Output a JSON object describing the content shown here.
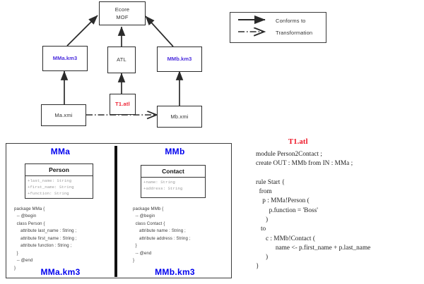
{
  "diagram": {
    "nodes": [
      {
        "id": "ecore",
        "label": "Ecore\nMOF",
        "line1": "Ecore",
        "line2": "MOF",
        "style": "plain"
      },
      {
        "id": "mma_km3",
        "label": "MMa.km3",
        "style": "blue"
      },
      {
        "id": "atl",
        "label": "ATL",
        "style": "plain"
      },
      {
        "id": "mmb_km3",
        "label": "MMb.km3",
        "style": "blue"
      },
      {
        "id": "t1_atl",
        "label": "T1.atl",
        "style": "red"
      },
      {
        "id": "ma_xmi",
        "label": "Ma.xmi",
        "style": "plain"
      },
      {
        "id": "mb_xmi",
        "label": "Mb.xmi",
        "style": "plain"
      }
    ]
  },
  "legend": {
    "items": [
      {
        "kind": "solid-arrow",
        "label": "Conforms to"
      },
      {
        "kind": "dashdot-arrow",
        "label": "Transformation"
      }
    ]
  },
  "metamodels": {
    "left": {
      "title": "MMa",
      "footer": "MMa.km3",
      "uml": {
        "class_name": "Person",
        "attributes": [
          "+last_name: String",
          "+first_name: String",
          "+function: String"
        ]
      },
      "code": "package MMa {\n  -- @begin\n  class Person {\n     attribute last_name : String ;\n     attribute first_name : String ;\n     attribute function : String ;\n  }\n  -- @end\n}"
    },
    "right": {
      "title": "MMb",
      "footer": "MMb.km3",
      "uml": {
        "class_name": "Contact",
        "attributes": [
          "+name: String",
          "+address: String"
        ]
      },
      "code": "package MMb {\n  -- @begin\n  class Contact {\n     attribute name : String ;\n     attribute address : String ;\n  }\n  -- @end\n}"
    }
  },
  "transformation": {
    "title": "T1.atl",
    "code": "module Person2Contact ;\ncreate OUT : MMb from IN : MMa ;\n\nrule Start {\n  from\n    p : MMa!Person (\n        p.function = 'Boss'\n      )\n   to\n      c : MMb!Contact (\n            name <- p.first_name + p.last_name\n      )\n}"
  },
  "colors": {
    "blue": "#0000ee",
    "node_blue": "#4b2ddd",
    "red": "#ee1122",
    "line": "#2b2b2b",
    "attr_gray": "#9a9a9a"
  }
}
